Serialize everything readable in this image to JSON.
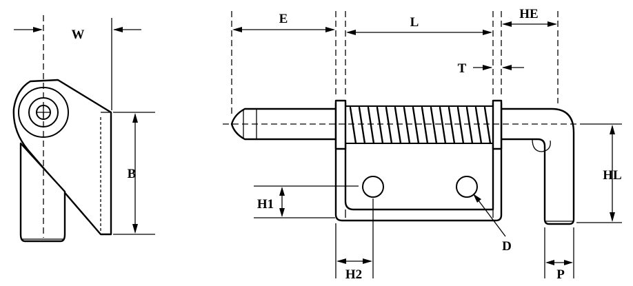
{
  "labels": {
    "W": "W",
    "B": "B",
    "E": "E",
    "L": "L",
    "HE": "HE",
    "T": "T",
    "HL": "HL",
    "H1": "H1",
    "H2": "H2",
    "D": "D",
    "P": "P"
  },
  "colors": {
    "ink": "#000000",
    "paper": "#ffffff"
  }
}
